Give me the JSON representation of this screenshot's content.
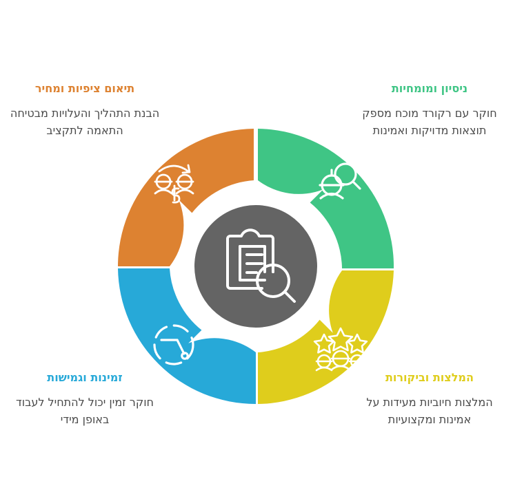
{
  "diagram": {
    "type": "cyclical-quadrant-ring",
    "center": {
      "icon": "clipboard-magnifier-icon",
      "fill_color": "#646464",
      "icon_color": "#ffffff"
    },
    "colors": {
      "green": "#3FC585",
      "yellow": "#DFCD1C",
      "blue": "#27A9D8",
      "orange": "#DD8231",
      "center_gray": "#646464",
      "body_text": "#4a4a4a",
      "background": "#ffffff"
    },
    "segments": [
      {
        "id": "experience",
        "position": "top-right",
        "color": "#3FC585",
        "icon": "person-hardhat-magnifier-icon",
        "title": "ניסיון ומומחיות",
        "body": "חוקר עם רקורד מוכח מספק תוצאות מדויקות ואמינות"
      },
      {
        "id": "reviews",
        "position": "bottom-right",
        "color": "#DFCD1C",
        "icon": "three-stars-three-people-icon",
        "title": "המלצות וביקורות",
        "body": "המלצות חיוביות מעידות על אמינות ומקצועיות"
      },
      {
        "id": "availability",
        "position": "bottom-left",
        "color": "#27A9D8",
        "icon": "dashed-clock-icon",
        "title": "זמינות וגמישות",
        "body": "חוקר זמין יכול להתחיל לעבוד באופן מידי"
      },
      {
        "id": "pricing",
        "position": "top-left",
        "color": "#DD8231",
        "icon": "two-people-arrow-dollar-icon",
        "title": "תיאום ציפיות ומחיר",
        "body": "הבנת התהליך והעלויות מבטיחה התאמה לתקציב"
      }
    ]
  }
}
